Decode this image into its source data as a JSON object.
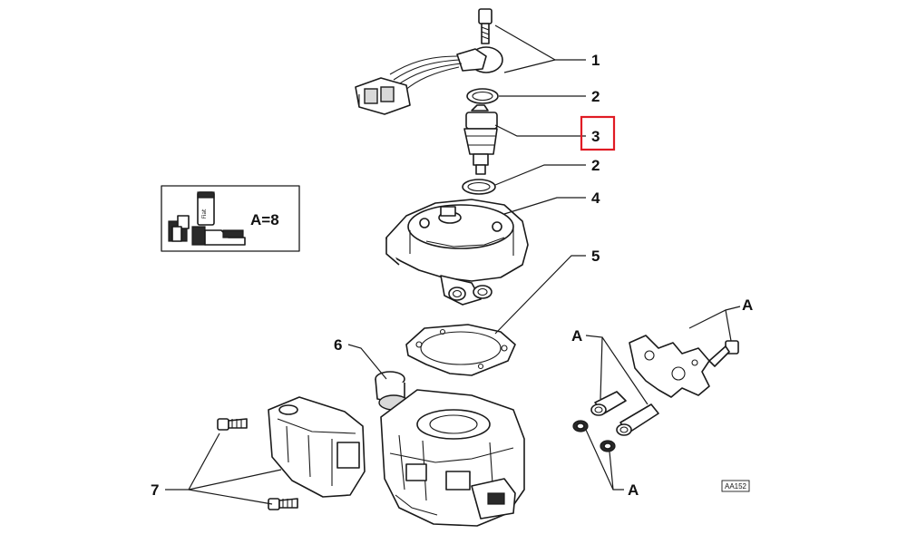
{
  "callouts": {
    "c1": "1",
    "c2a": "2",
    "c3": "3",
    "c2b": "2",
    "c4": "4",
    "c5": "5",
    "c6": "6",
    "c7": "7",
    "a_top_right": "A",
    "a_left": "A",
    "a_bottom": "A"
  },
  "legend": {
    "label": "A=8",
    "tube_text": "Fiat"
  },
  "reference_code": "AA152",
  "colors": {
    "highlight": "#e01b24",
    "ink": "#1a1a1a"
  }
}
